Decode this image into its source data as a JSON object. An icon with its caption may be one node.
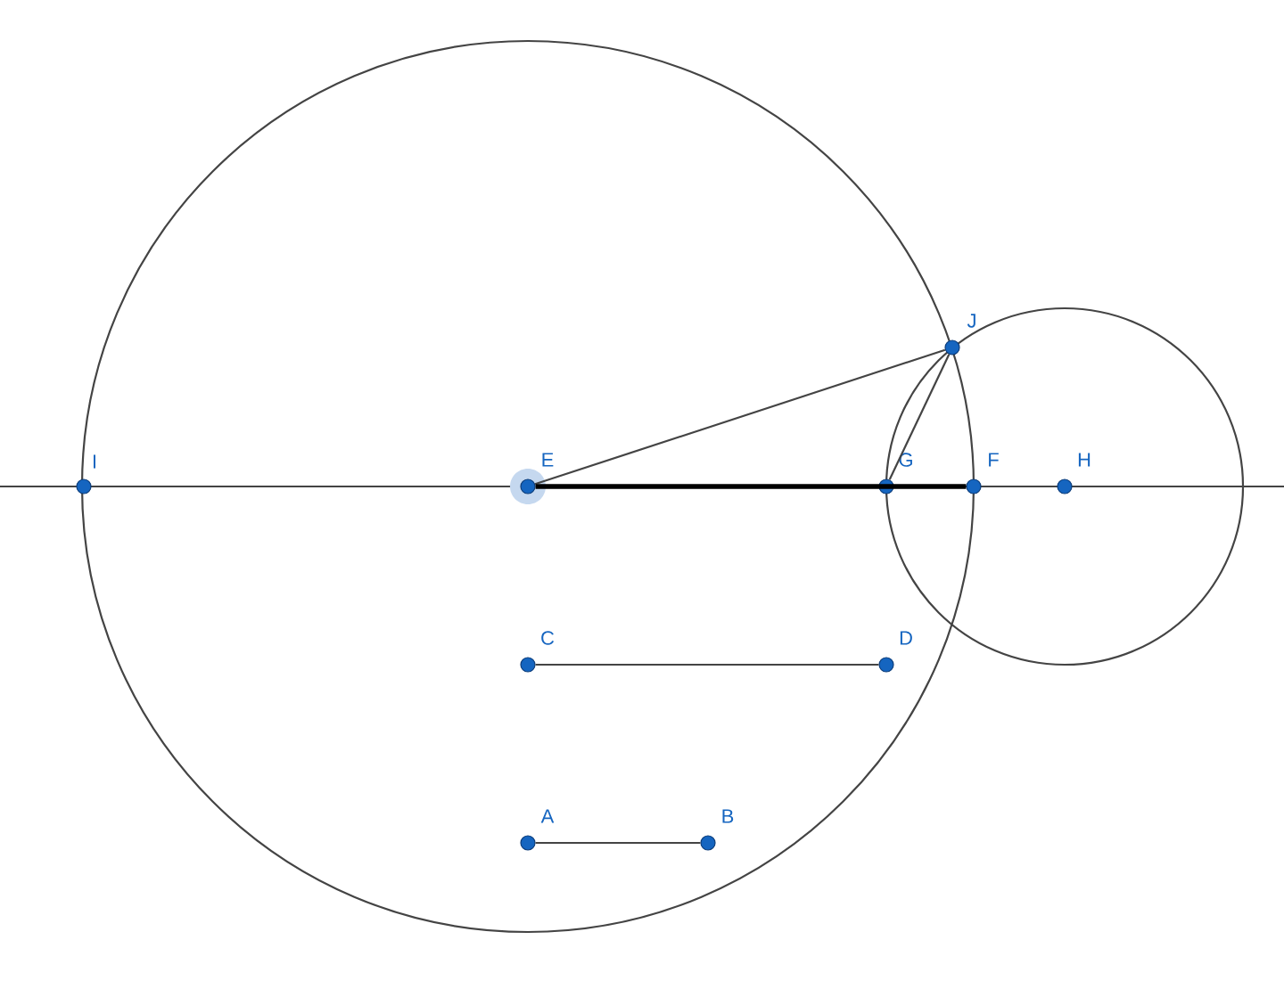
{
  "diagram": {
    "nodes": [
      {
        "text": [],
        "shape": "circle",
        "beside": [
          "J"
        ]
      },
      {
        "text": [],
        "shape": "circle",
        "beside": [
          "I"
        ]
      },
      {
        "text": [],
        "shape": "circle",
        "beside": [
          "E"
        ]
      },
      {
        "text": [],
        "shape": "circle",
        "beside": [
          "G"
        ]
      },
      {
        "text": [],
        "shape": "circle",
        "beside": [
          "F"
        ]
      },
      {
        "text": [],
        "shape": "circle",
        "beside": [
          "H"
        ]
      },
      {
        "text": [],
        "shape": "circle",
        "beside": [
          "C"
        ]
      },
      {
        "text": [],
        "shape": "circle",
        "beside": [
          "D"
        ]
      },
      {
        "text": [],
        "shape": "circle",
        "beside": [
          "A"
        ]
      },
      {
        "text": [],
        "shape": "circle",
        "beside": [
          "B"
        ]
      }
    ],
    "edges": [
      {
        "from": 2,
        "to": 0,
        "arrow": "none"
      },
      {
        "from": 0,
        "to": 3,
        "arrow": "none"
      },
      {
        "from": 2,
        "to": 4,
        "arrow": "none",
        "style": "thick"
      },
      {
        "from": 6,
        "to": 7,
        "arrow": "none"
      },
      {
        "from": 8,
        "to": 9,
        "arrow": "none"
      }
    ]
  }
}
